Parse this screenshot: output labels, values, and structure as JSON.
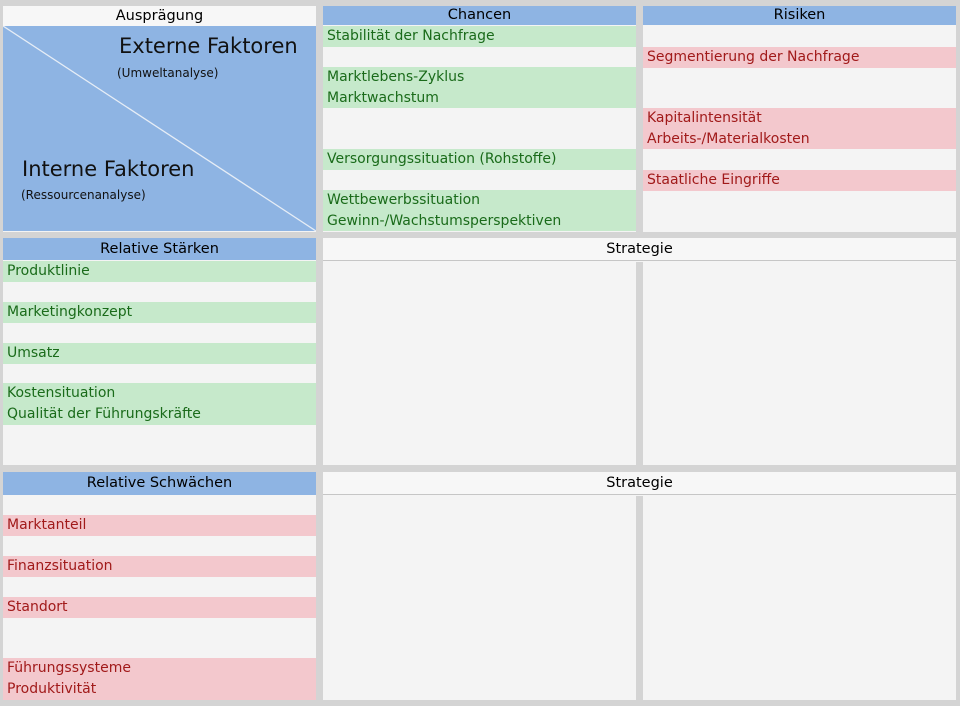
{
  "corner": {
    "header": "Ausprägung",
    "external_title": "Externe Faktoren",
    "external_sub": "(Umweltanalyse)",
    "internal_title": "Interne Faktoren",
    "internal_sub": "(Ressourcenanalyse)"
  },
  "chancen": {
    "header": "Chancen",
    "items": [
      {
        "lines": [
          "Stabilität der Nachfrage"
        ]
      },
      {
        "lines": [
          "Marktlebens-Zyklus",
          "Marktwachstum"
        ]
      },
      {
        "lines": [
          "Versorgungssituation (Rohstoffe)"
        ]
      },
      {
        "lines": [
          "Wettbewerbssituation",
          "Gewinn-/Wachstumsperspektiven"
        ]
      }
    ]
  },
  "risiken": {
    "header": "Risiken",
    "items": [
      {
        "lines": [
          "Segmentierung der Nachfrage"
        ]
      },
      {
        "lines": [
          "Kapitalintensität",
          "Arbeits-/Materialkosten"
        ]
      },
      {
        "lines": [
          "Staatliche Eingriffe"
        ]
      }
    ]
  },
  "staerken": {
    "header": "Relative Stärken",
    "items": [
      {
        "lines": [
          "Produktlinie"
        ]
      },
      {
        "lines": [
          "Marketingkonzept"
        ]
      },
      {
        "lines": [
          "Umsatz"
        ]
      },
      {
        "lines": [
          "Kostensituation",
          "Qualität der Führungskräfte"
        ]
      }
    ]
  },
  "schwaechen": {
    "header": "Relative Schwächen",
    "items": [
      {
        "lines": [
          "Marktanteil"
        ]
      },
      {
        "lines": [
          "Finanzsituation"
        ]
      },
      {
        "lines": [
          "Standort"
        ]
      },
      {
        "lines": [
          "Führungssysteme",
          "Produktivität"
        ]
      }
    ]
  },
  "strategie_1": {
    "header": "Strategie"
  },
  "strategie_2": {
    "header": "Strategie"
  },
  "colors": {
    "header_blue": "#8eb4e3",
    "positive_band": "#c6e9cb",
    "positive_text": "#1a6b1a",
    "negative_band": "#f3c8cd",
    "negative_text": "#a11a1a"
  }
}
